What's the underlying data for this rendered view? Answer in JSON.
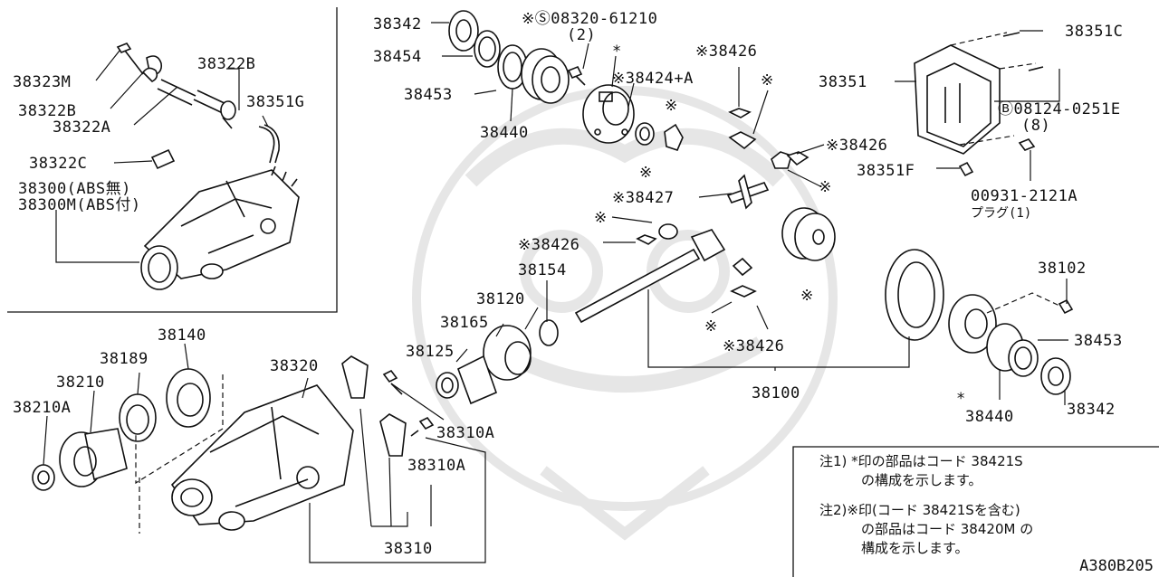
{
  "parts": {
    "p38323M": "38323M",
    "p38322B_top": "38322B",
    "p38322B": "38322B",
    "p38322A": "38322A",
    "p38351G": "38351G",
    "p38322C": "38322C",
    "p38300": "38300(ABS無)",
    "p38300M": "38300M(ABS付)",
    "p38342_top": "38342",
    "p38454": "38454",
    "p38453_top": "38453",
    "p38440_top": "38440",
    "p08320": "※Ⓢ08320-61210",
    "p08320_qty": "(2)",
    "p38424A": "※38424+A",
    "p38426_a": "※38426",
    "p38426_b": "※38426",
    "p38426_c": "※38426",
    "p38426_d": "※38426",
    "p38427": "※38427",
    "p38154": "38154",
    "p38120": "38120",
    "p38165": "38165",
    "p38125": "38125",
    "p38351C": "38351C",
    "p38351": "38351",
    "p08124": "Ⓑ08124-0251E",
    "p08124_qty": "(8)",
    "p38351F": "38351F",
    "p00931": "00931-2121A",
    "p00931_sub": "プラグ(1)",
    "p38102": "38102",
    "p38453": "38453",
    "p38440": "38440",
    "p38342": "38342",
    "p38100": "38100",
    "p38140": "38140",
    "p38189": "38189",
    "p38210": "38210",
    "p38210A": "38210A",
    "p38320": "38320",
    "p38310A_a": "38310A",
    "p38310A_b": "38310A",
    "p38310": "38310"
  },
  "marks": {
    "asterisk": "*",
    "kome": "※"
  },
  "notes": {
    "note1_line1": "注1) *印の部品はコード 38421S",
    "note1_line2": "の構成を示します。",
    "note2_line1": "注2)※印(コード 38421Sを含む)",
    "note2_line2": "の部品はコード 38420M の",
    "note2_line3": "構成を示します。"
  },
  "diagram_code": "A380B205"
}
